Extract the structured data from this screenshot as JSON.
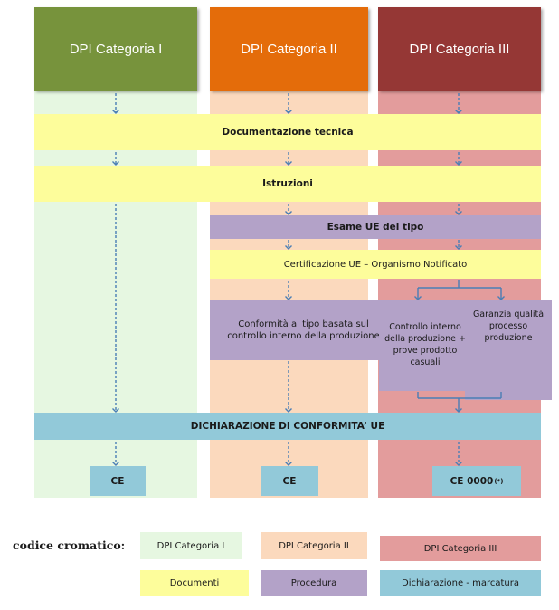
{
  "headers": {
    "cat1": "DPI Categoria I",
    "cat2": "DPI Categoria II",
    "cat3": "DPI Categoria III"
  },
  "bands": {
    "documentation": "Documentazione tecnica",
    "instructions": "Istruzioni",
    "ue_type_exam": "Esame UE del tipo",
    "certification": "Certificazione UE – Organismo Notificato",
    "declaration": "DICHIARAZIONE DI CONFORMITA’ UE"
  },
  "boxes": {
    "cat2_conformity": "Conformità al tipo basata sul controllo interno della produzione",
    "cat3_internal_control": "Controllo interno della produzione + prove prodotto casuali",
    "cat3_quality": "Garanzia qualità processo produzione"
  },
  "marks": {
    "ce1": "CE",
    "ce2": "CE",
    "ce3": "CE 0000",
    "ce3_sup": "(*)"
  },
  "legend": {
    "title": "codice cromatico:",
    "items": [
      {
        "label": "DPI Categoria I",
        "color": "#e6f7e1"
      },
      {
        "label": "DPI Categoria II",
        "color": "#fbd9bd"
      },
      {
        "label": "DPI Categoria III",
        "color": "#e39c9c"
      },
      {
        "label": "Documenti",
        "color": "#fdfd9b"
      },
      {
        "label": "Procedura",
        "color": "#b3a2c8"
      },
      {
        "label": "Dichiarazione - marcatura",
        "color": "#92c9d9"
      }
    ]
  },
  "colors": {
    "cat1_header": "#77933c",
    "cat2_header": "#e46c0a",
    "cat3_header": "#953735",
    "cat1_bg": "#e6f7e1",
    "cat2_bg": "#fbd9bd",
    "cat3_bg": "#e39c9c",
    "documents": "#fdfd9b",
    "procedure": "#b3a2c8",
    "declaration": "#92c9d9",
    "arrow": "#4a7eb5"
  }
}
